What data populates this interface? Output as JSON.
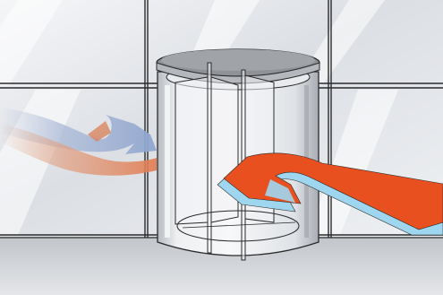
{
  "scene": {
    "subject": "revolving-door",
    "icons": {
      "door": "revolving-door-icon",
      "arrow_in": "entering-airflow-arrow",
      "arrow_out": "exiting-airflow-arrow"
    },
    "colors": {
      "sky_light": "#f3f5f8",
      "glass": "#d9dde3",
      "frame_line": "#2a2a2a",
      "floor": "#cfd2d6",
      "floor_shadow": "#b9bcc1",
      "door_metal": "#c8cbd0",
      "door_glass": "#e7e9ec",
      "door_top": "#9a9ca0",
      "arrow_orange": "#e8501f",
      "arrow_blue": "#9fd6ef",
      "arrow_faded_orange": "#e0a184",
      "arrow_faded_blue": "#a9b8d6"
    }
  }
}
